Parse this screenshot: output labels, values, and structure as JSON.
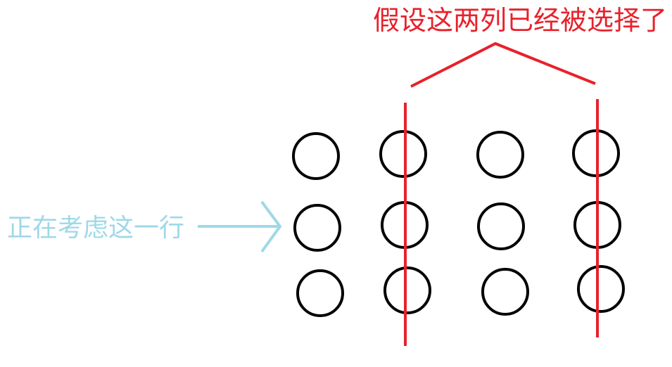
{
  "annotations": {
    "selected_columns_note": "假设这两列已经被选择了",
    "current_row_note": "正在考虑这一行"
  },
  "grid": {
    "rows": 3,
    "columns": 4,
    "selected_columns": [
      2,
      4
    ],
    "current_row": 2
  },
  "colors": {
    "background": "#ffffff",
    "circle_stroke": "#000000",
    "selection": "#e8212b",
    "row_marker": "#9fd8e8"
  }
}
